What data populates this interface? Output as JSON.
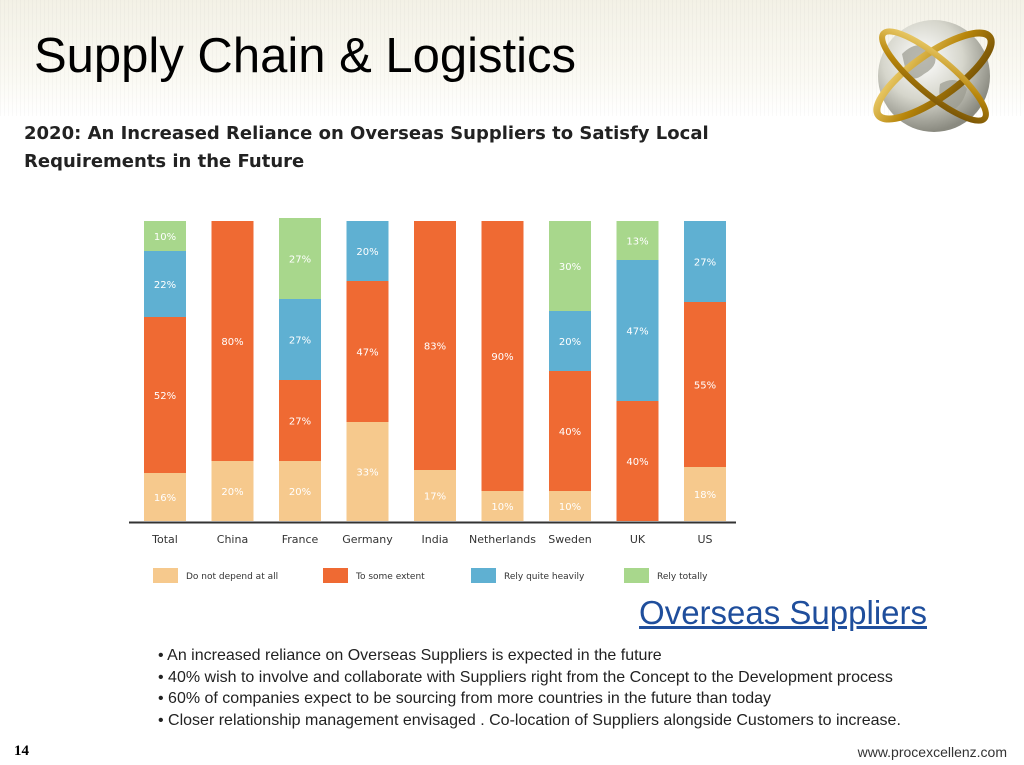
{
  "slide": {
    "title": "Supply Chain & Logistics",
    "page_number": "14",
    "website": "www.procexcellenz.com"
  },
  "colors": {
    "not_at_all": "#f6c98d",
    "some_extent": "#ef6a33",
    "quite_heavily": "#5fb0d2",
    "totally": "#a8d78c"
  },
  "icons": {
    "logo": "globe-icon"
  },
  "section": {
    "link_label": "Overseas Suppliers",
    "bullets": [
      "• An increased reliance on Overseas Suppliers is expected in the future",
      "• 40% wish to involve and collaborate with Suppliers right from the Concept to the Development process",
      "• 60% of companies expect to be sourcing from more countries in the future than today",
      "• Closer relationship management envisaged . Co-location of Suppliers alongside Customers to increase."
    ]
  },
  "chart_data": {
    "type": "bar",
    "stacked": true,
    "title": "2020: An Increased Reliance on Overseas Suppliers to Satisfy Local Requirements in the Future",
    "xlabel": "",
    "ylabel": "",
    "ylim": [
      0,
      100
    ],
    "grid": false,
    "legend_position": "bottom",
    "categories": [
      "Total",
      "China",
      "France",
      "Germany",
      "India",
      "Netherlands",
      "Sweden",
      "UK",
      "US"
    ],
    "series": [
      {
        "name": "Do not depend at all",
        "color": "#f6c98d",
        "values": [
          16,
          20,
          20,
          33,
          17,
          10,
          10,
          null,
          18
        ]
      },
      {
        "name": "To some extent",
        "color": "#ef6a33",
        "values": [
          52,
          80,
          27,
          47,
          83,
          90,
          40,
          40,
          55
        ]
      },
      {
        "name": "Rely quite heavily",
        "color": "#5fb0d2",
        "values": [
          22,
          null,
          27,
          20,
          null,
          null,
          20,
          47,
          27
        ]
      },
      {
        "name": "Rely totally",
        "color": "#a8d78c",
        "values": [
          10,
          null,
          27,
          null,
          null,
          null,
          30,
          13,
          null
        ]
      }
    ]
  }
}
